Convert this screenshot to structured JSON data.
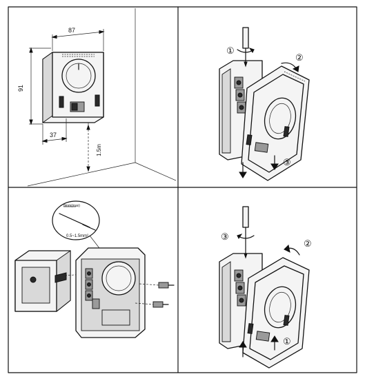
{
  "dimensions": {
    "width_mm": "87",
    "height_mm": "91",
    "depth_mm": "37",
    "mount_height": "1.5m"
  },
  "wire_spec": {
    "strip_length": "8mm(max)",
    "cross_section": "0.5~1.5mm²"
  },
  "removal_steps": {
    "step1": "①",
    "step2": "②",
    "step3": "③"
  },
  "install_steps": {
    "step1": "①",
    "step2": "②",
    "step3": "③"
  }
}
